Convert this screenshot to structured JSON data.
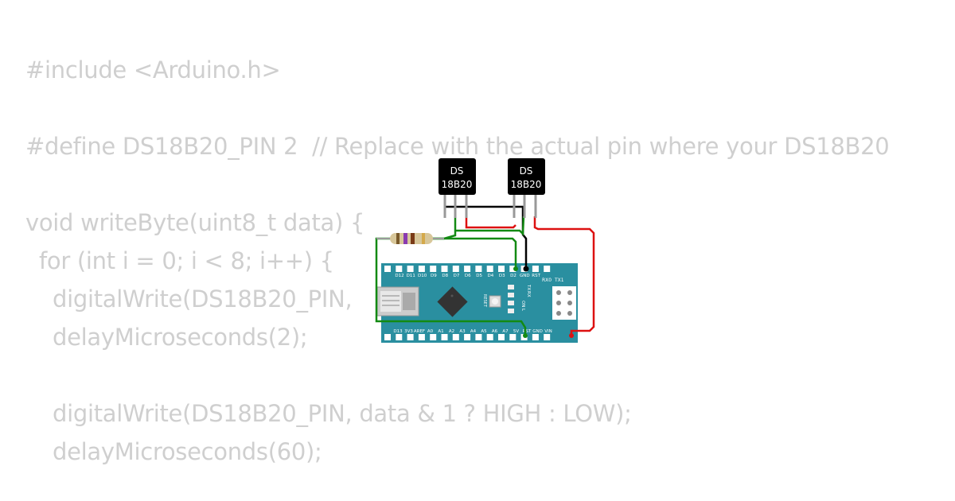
{
  "code_lines": [
    {
      "text": "#include <Arduino.h>",
      "indent": 0
    },
    {
      "text": "",
      "indent": 0
    },
    {
      "text": "#define DS18B20_PIN 2  // Replace with the actual pin where your DS18B20",
      "indent": 0
    },
    {
      "text": "",
      "indent": 0
    },
    {
      "text": "void writeByte(uint8_t data) {",
      "indent": 0
    },
    {
      "text": "for (int i = 0; i < 8; i++) {",
      "indent": 1
    },
    {
      "text": "digitalWrite(DS18B20_PIN,",
      "indent": 2
    },
    {
      "text": "delayMicroseconds(2);",
      "indent": 2
    },
    {
      "text": "",
      "indent": 0
    },
    {
      "text": "digitalWrite(DS18B20_PIN, data & 1 ? HIGH : LOW);",
      "indent": 2
    },
    {
      "text": "delayMicroseconds(60);",
      "indent": 2
    }
  ],
  "sensors": [
    {
      "line1": "DS",
      "line2": "18B20"
    },
    {
      "line1": "DS",
      "line2": "18B20"
    }
  ],
  "board": {
    "top_pins": [
      "D12",
      "D11",
      "D10",
      "D9",
      "D8",
      "D7",
      "D6",
      "D5",
      "D4",
      "D3",
      "D2",
      "GND",
      "RST"
    ],
    "top_right_labels": [
      "RX0",
      "TX1"
    ],
    "bottom_pins": [
      "D13",
      "3V3",
      "AREF",
      "A0",
      "A1",
      "A2",
      "A3",
      "A4",
      "A5",
      "A6",
      "A7",
      "5V",
      "RST",
      "GND",
      "VIN"
    ],
    "reset_label": "RESET",
    "led_labels": [
      "TX",
      "RX",
      "ON",
      "L"
    ],
    "color": "#2a8fa0"
  },
  "wire_colors": {
    "ground": "#000000",
    "data": "#138a13",
    "power": "#dd1111"
  }
}
